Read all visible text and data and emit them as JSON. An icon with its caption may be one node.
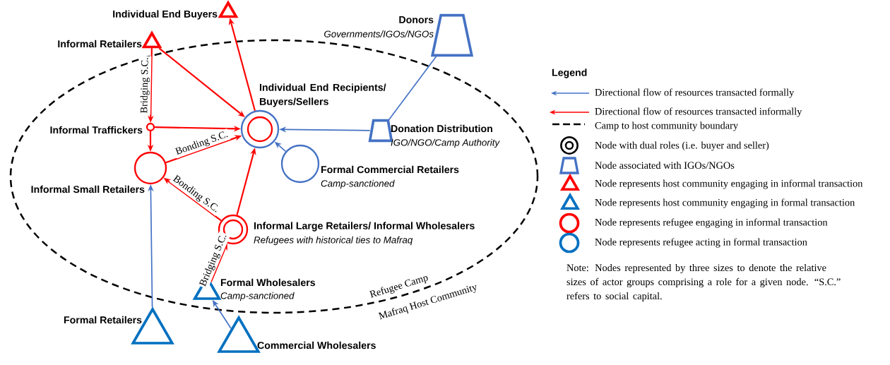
{
  "diagram": {
    "nodes": [
      {
        "text": [
          "Refugee Camp"
        ]
      },
      {
        "text": [
          "Individual End Buyers"
        ]
      },
      {
        "text": [
          "Donors",
          "Governments/IGOs/NGOs"
        ]
      },
      {
        "text": [
          "Informal Retailers"
        ]
      },
      {
        "text": [
          "Individual End Recipients/ Buyers/Sellers"
        ],
        "in": 0
      },
      {
        "text": [
          "Informal Traffickers"
        ],
        "in": 0
      },
      {
        "text": [
          "Donation Distribution",
          "IGO/NGO/Camp Authority"
        ],
        "in": 0
      },
      {
        "text": [
          "Informal Small Retailers"
        ],
        "in": 0
      },
      {
        "text": [
          "Formal Commercial Retailers",
          "Camp-sanctioned"
        ],
        "in": 0
      },
      {
        "text": [
          "Informal Large Retailers/ Informal Wholesalers",
          "Refugees with historical ties to Mafraq"
        ],
        "in": 0
      },
      {
        "text": [
          "Formal Wholesalers",
          "Camp-sanctioned"
        ],
        "in": 0
      },
      {
        "text": [
          "Formal Retailers"
        ]
      },
      {
        "text": [
          "Commercial Wholesalers"
        ]
      }
    ],
    "edges": [
      {
        "from": 3,
        "to": 5,
        "arrow": "to",
        "label": "Bridging S.C."
      },
      {
        "from": 3,
        "to": 4,
        "arrow": "to"
      },
      {
        "from": 4,
        "to": 1,
        "arrow": "to"
      },
      {
        "from": 5,
        "to": 4,
        "arrow": "to"
      },
      {
        "from": 5,
        "to": 7,
        "arrow": "to"
      },
      {
        "from": 7,
        "to": 4,
        "arrow": "to",
        "label": "Bonding S.C."
      },
      {
        "from": 9,
        "to": 7,
        "arrow": "to",
        "label": "Bonding S.C."
      },
      {
        "from": 9,
        "to": 4,
        "arrow": "to"
      },
      {
        "from": 10,
        "to": 9,
        "arrow": "to",
        "label": "Bridging S.C."
      },
      {
        "from": 2,
        "to": 6,
        "arrow": "none",
        "color": "#4472c4"
      },
      {
        "from": 6,
        "to": 4,
        "arrow": "to",
        "color": "#4472c4"
      },
      {
        "from": 8,
        "to": 4,
        "arrow": "to",
        "color": "#4472c4"
      },
      {
        "from": 11,
        "to": 7,
        "arrow": "to",
        "color": "#4472c4"
      },
      {
        "from": 12,
        "to": 10,
        "arrow": "to",
        "color": "#4472c4"
      }
    ],
    "labels": [
      "Legend",
      "Mafraq Host Community",
      "Note: Nodes represented by three sizes to denote the relative sizes of actor groups comprising a role for a given node. “S.C.” refers to social capital."
    ],
    "legend": [
      {
        "text": "Directional flow of resources transacted formally"
      },
      {
        "text": "Directional flow of resources transacted informally"
      },
      {
        "text": "Camp to host community boundary"
      },
      {
        "text": "Node with dual roles  (i.e. buyer and seller)"
      },
      {
        "text": "Node associated with IGOs/NGOs"
      },
      {
        "text": "Node represents host community engaging in informal transaction"
      },
      {
        "text": "Node represents host community engaging in formal transaction"
      },
      {
        "text": "Node represents refugee engaging in informal transaction"
      },
      {
        "text": "Node represents refugee acting in formal transaction"
      }
    ]
  }
}
